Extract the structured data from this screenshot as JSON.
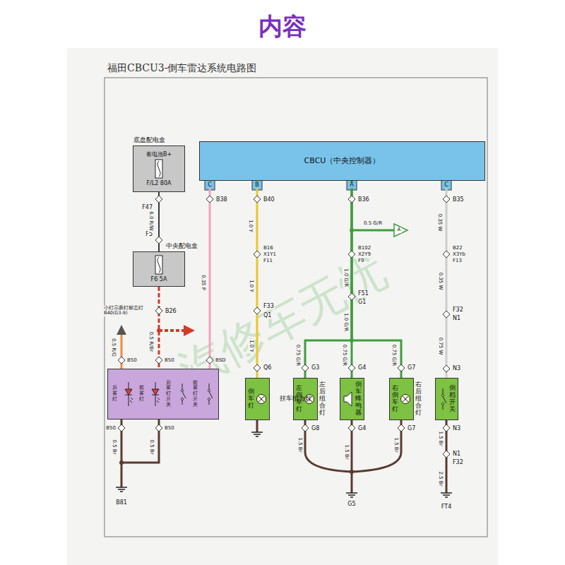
{
  "diagram": {
    "title": "福田CBCU3-倒车雷达系统电路图",
    "nodes": [
      {
        "text": [
          "底盘配电盒",
          "蓄电池B+",
          "F/L2 80A"
        ]
      },
      {
        "text": [
          "中央配电盒",
          "F6 5A"
        ]
      },
      {
        "text": [
          "后雾灯",
          "前雾灯",
          "后雾灯开关",
          "前雾灯开关"
        ]
      },
      {
        "text": [
          "CBCU（中央控制器）"
        ]
      },
      {
        "text": [
          "倒车灯"
        ]
      },
      {
        "text": [
          "左倒车灯",
          "左后组合灯"
        ]
      },
      {
        "text": [
          "倒车蜂鸣器"
        ]
      },
      {
        "text": [
          "右倒车灯",
          "右后组合灯"
        ]
      },
      {
        "text": [
          "倒档开关"
        ]
      }
    ],
    "edges": [
      {
        "from": 0,
        "to": 1,
        "arrow": "none",
        "label": "6.0 R/W"
      },
      {
        "from": 1,
        "to": 2,
        "arrow": "none",
        "label": "0.5 R/Br"
      },
      {
        "from": 3,
        "to": 2,
        "arrow": "none",
        "label": "0.35 P"
      },
      {
        "from": 3,
        "to": 4,
        "arrow": "none",
        "label": "1.0 Y"
      },
      {
        "from": 3,
        "to": 5,
        "arrow": "none",
        "label": "0.75 G/R"
      },
      {
        "from": 3,
        "to": 6,
        "arrow": "none",
        "label": "0.75 G/R"
      },
      {
        "from": 3,
        "to": 7,
        "arrow": "none",
        "label": "0.75 G/R"
      },
      {
        "from": 3,
        "to": 8,
        "arrow": "none",
        "label": "0.35 W"
      }
    ],
    "labels": [
      "内容",
      "汽修车无忧",
      "C",
      "B",
      "A",
      "C",
      "F47",
      "F5",
      "B26",
      "小灯示廓灯标志灯B40(G3-9)",
      "0.5 R/G",
      "B50",
      "B50",
      "BSD",
      "B50",
      "B50",
      "0.5 Br",
      "0.5 Br",
      "B81",
      "B38",
      "B40",
      "B16",
      "X1Y1",
      "F11",
      "1.0 Y",
      "F33",
      "Q1",
      "1.0 Y",
      "Q6",
      "B36",
      "0.5 G/R",
      "A",
      "B102",
      "X2Y9",
      "F9",
      "1.0 G/R",
      "F51",
      "G1",
      "1.0 G/R",
      "G3",
      "G4",
      "G7",
      "挂车组合灯",
      "G8",
      "G4",
      "G7",
      "1.5 Br",
      "1.5 Br",
      "1.5 Br",
      "G5",
      "B35",
      "B22",
      "X3Yb",
      "F13",
      "0.35 W",
      "F32",
      "N1",
      "0.75 W",
      "N3",
      "N3",
      "1.5 Br",
      "N1",
      "F32",
      "2.5 Br",
      "FT4"
    ]
  }
}
